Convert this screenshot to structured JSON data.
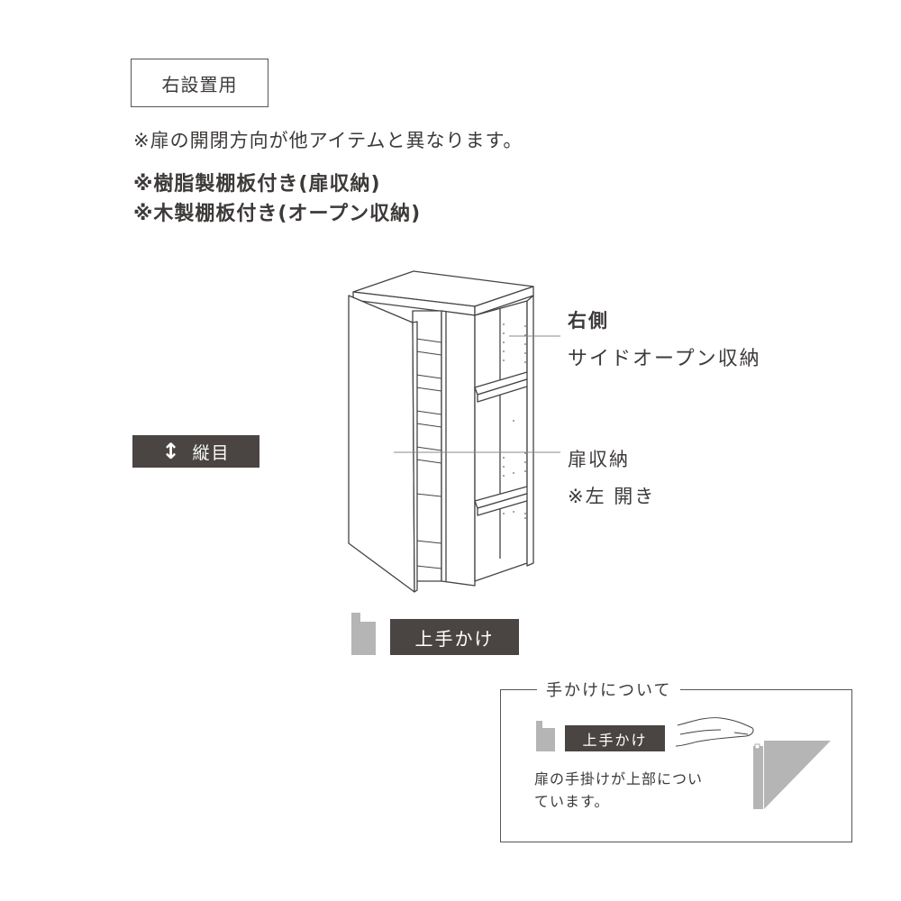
{
  "install_label": "右設置用",
  "notes": {
    "direction": "※扉の開閉方向が他アイテムと異なります。",
    "shelf1": "※樹脂製棚板付き(扉収納)",
    "shelf2": "※木製棚板付き(オープン収納)"
  },
  "grain": {
    "icon": "up-down-arrow-icon",
    "label": "縦目"
  },
  "callouts": {
    "right_side_title": "右側",
    "right_side_desc": "サイドオープン収納",
    "door_title": "扉収納",
    "door_desc": "※左 開き"
  },
  "handle_badge": "上手かけ",
  "handle_info": {
    "title": "手かけについて",
    "badge": "上手かけ",
    "description": "扉の手掛けが上部についています。"
  },
  "colors": {
    "badge": "#4a4543",
    "gray_icon": "#b5b5b5",
    "line": "#555555"
  }
}
